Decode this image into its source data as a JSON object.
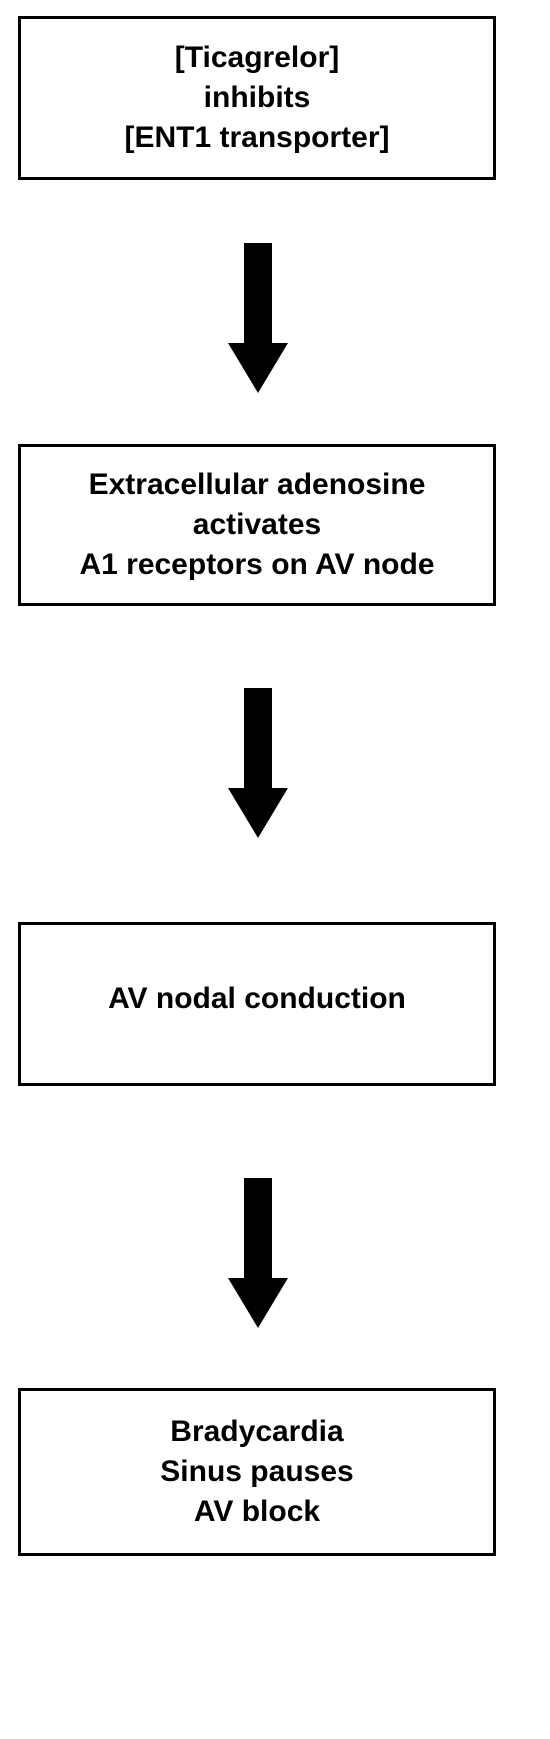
{
  "flowchart": {
    "steps": [
      {
        "lines": [
          "[Ticagrelor]",
          "inhibits",
          "[ENT1 transporter]"
        ]
      },
      {
        "lines": [
          "Extracellular adenosine",
          "activates",
          "A1 receptors on AV node"
        ]
      },
      {
        "lines": [
          "AV nodal conduction"
        ]
      },
      {
        "lines": [
          "Bradycardia",
          "Sinus pauses",
          "AV block"
        ]
      }
    ]
  }
}
